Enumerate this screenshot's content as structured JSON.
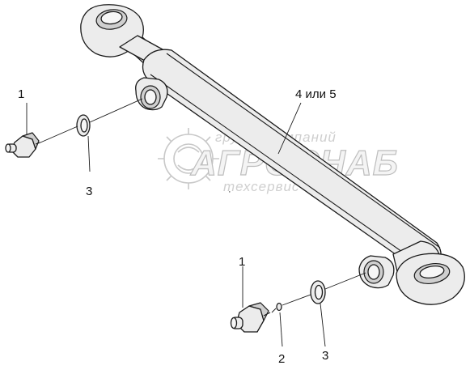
{
  "watermark": {
    "top_line": "группа компаний",
    "brand": "АГРОСНАБ",
    "bottom_line": "техсервис"
  },
  "callouts": {
    "fitting_top": "1",
    "washer_top": "3",
    "cylinder": "4 или 5",
    "fitting_bottom": "1",
    "ring_bottom": "2",
    "washer_bottom": "3"
  }
}
